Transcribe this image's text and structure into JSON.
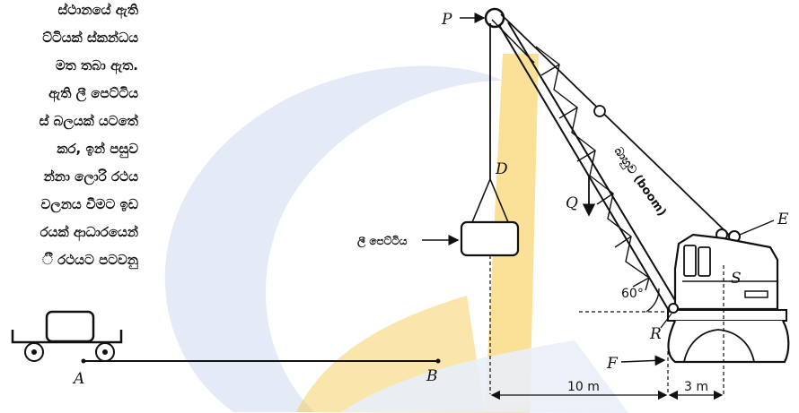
{
  "text_block": {
    "lines": [
      "ස්ථානයේ ඇති",
      "ට්ටියක් ස්කන්ධය",
      "මත තබා ඇත.",
      "ඇති ලී පෙට්ටිය",
      "ස් බලයක් යටතේ",
      "කර, ඉන් පසුව",
      "න්නා ලොරි රථය",
      "වලනය වීමට ඉඩ",
      "රයක් ආධාරයෙන්",
      "ී රථයට පටවනු"
    ]
  },
  "labels": {
    "P": "P",
    "D": "D",
    "Q": "Q",
    "E": "E",
    "S": "S",
    "R": "R",
    "F": "F",
    "A": "A",
    "B": "B",
    "box": "ලී පෙට්ටිය",
    "boom": "බාහුව (boom)",
    "angle": "60°",
    "dim_left": "10 m",
    "dim_right": "3 m"
  },
  "colors": {
    "watermark": "#f5c842",
    "watermark_blue": "#dfe6f4",
    "ink": "#111111"
  }
}
